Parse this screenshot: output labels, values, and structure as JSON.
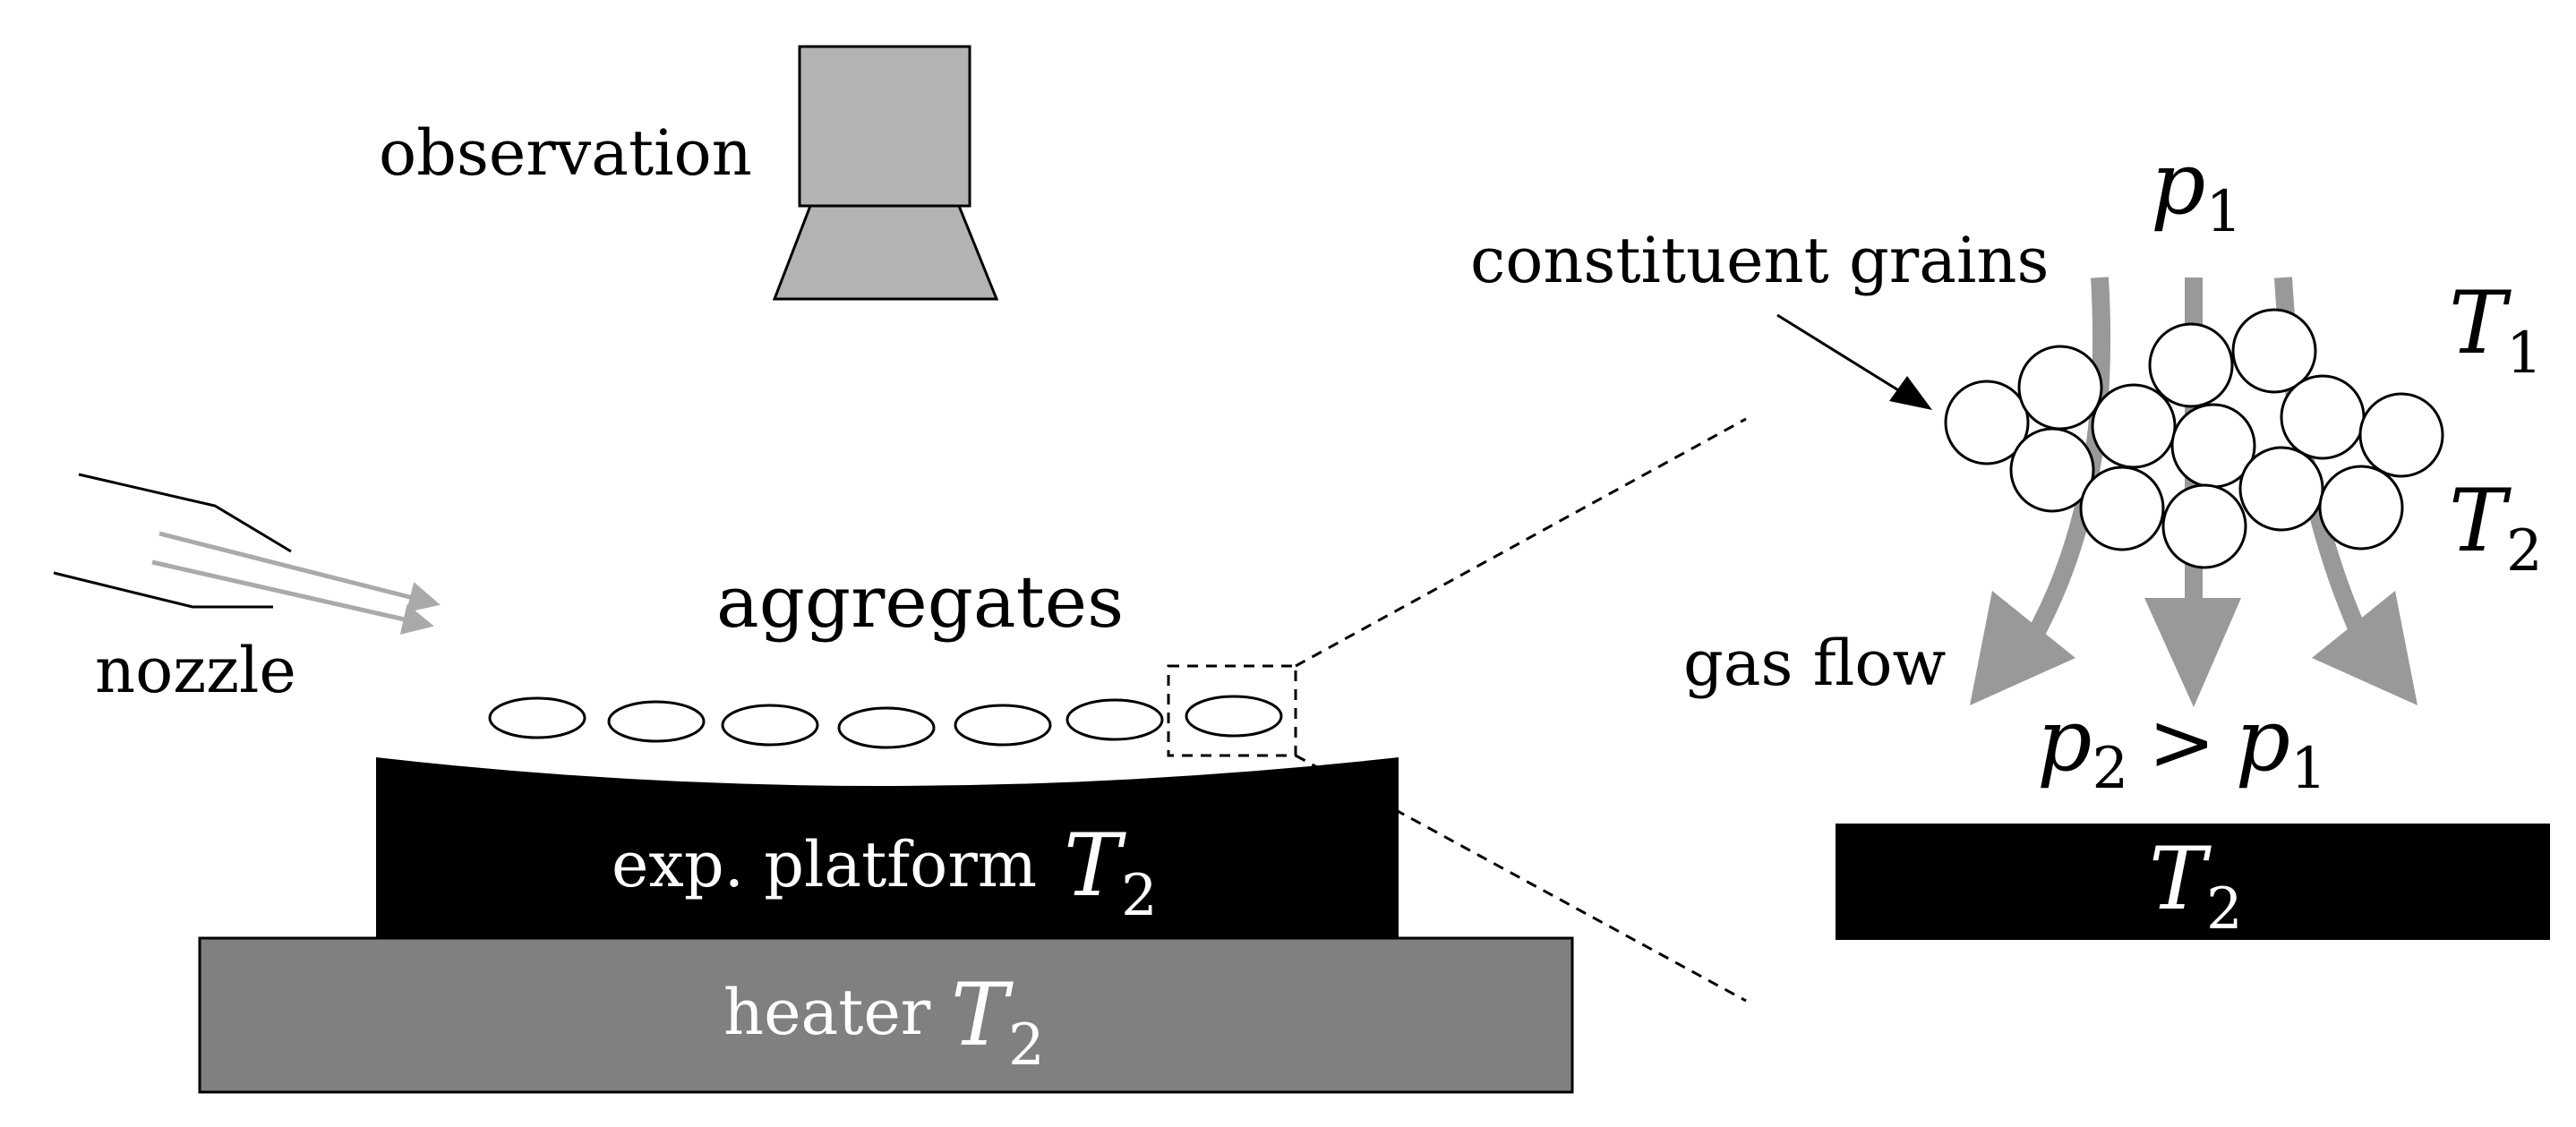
{
  "labels": {
    "observation": "observation",
    "nozzle": "nozzle",
    "aggregates": "aggregates",
    "platform": "exp. platform",
    "heater": "heater",
    "constituent_grains": "constituent grains",
    "gas_flow": "gas flow",
    "p_symbol": "p",
    "T_symbol": "T",
    "sub_1": "1",
    "sub_2": "2",
    "greater_than": ">"
  },
  "colors": {
    "camera_fill": "#b3b3b3",
    "heater_fill": "#808080",
    "platform_fill": "#000000",
    "arrow_gray": "#999999",
    "nozzle_flow_gray": "#aaaaaa"
  },
  "icons": {
    "camera": "camera-icon",
    "nozzle": "nozzle-icon"
  }
}
